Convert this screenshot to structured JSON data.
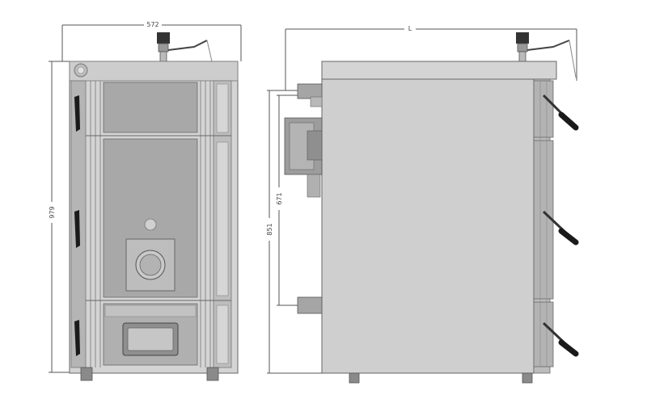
{
  "dimensions": {
    "front_width": "572",
    "front_height": "979",
    "side_length": "L",
    "outlet_height": "851",
    "inlet_height": "671"
  },
  "colors": {
    "panel": "#c4c4c4",
    "panel_dark": "#a9a9a9",
    "panel_light": "#d9d9d9",
    "frame": "#7f7f7f",
    "line": "#4a4a4a",
    "handle": "#1a1a1a"
  }
}
